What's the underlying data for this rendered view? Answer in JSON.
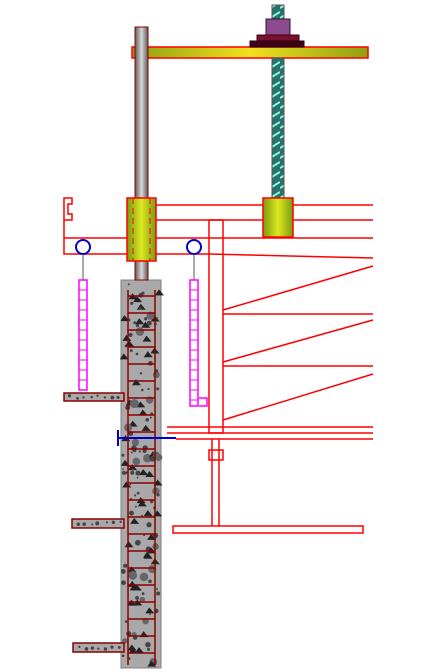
{
  "diagram": {
    "colors": {
      "steel_red": "#ff0000",
      "dark_red": "#8b0000",
      "bracket_magenta": "#ff00ff",
      "hook_blue": "#0000cc",
      "concrete_gray": "#a9a9a9",
      "aggregate_dark": "#333333",
      "rod_gray": "#808080",
      "screw_teal": "#2e8b8b",
      "thread_cyan": "#7fffd4",
      "block_yellow_green": "#9acd32",
      "beam_yellow": "#d4d40a",
      "nut_purple": "#8b4a8b"
    },
    "components": [
      "top-beam",
      "climbing-rod",
      "screw-jack",
      "clamp-blocks",
      "platform-frame",
      "hanging-brackets",
      "concrete-wall",
      "rebar",
      "wall-anchor",
      "floor-slabs",
      "lower-platform"
    ]
  }
}
